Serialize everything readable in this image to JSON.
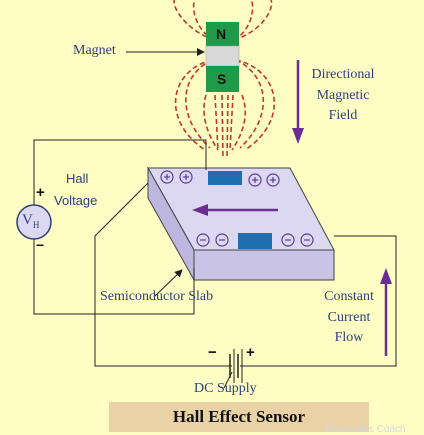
{
  "labels": {
    "magnet": "Magnet",
    "north": "N",
    "south": "S",
    "field": [
      "Directional",
      "Magnetic",
      "Field"
    ],
    "hall": "Hall",
    "voltage": "Voltage",
    "plus_hall": "+",
    "minus_hall": "−",
    "vh_main": "V",
    "vh_sub": "H",
    "slab": "Semiconductor Slab",
    "current": [
      "Constant",
      "Current",
      "Flow"
    ],
    "battery_minus": "−",
    "battery_plus": "+",
    "dc_supply": "DC Supply",
    "title": "Hall Effect Sensor",
    "watermark": "Electronics Coach"
  },
  "colors": {
    "background": "#fdfdc4",
    "magnet_green": "#1e9a49",
    "magnet_gray": "#d9d9d9",
    "field_lines": "#c0392b",
    "slab_top": "#ddd8f2",
    "slab_side": "#c9c4e6",
    "plate": "#1f6fb0",
    "arrows": "#6a2d91",
    "wire": "#222222",
    "title_bg": "#e9d3a6"
  }
}
